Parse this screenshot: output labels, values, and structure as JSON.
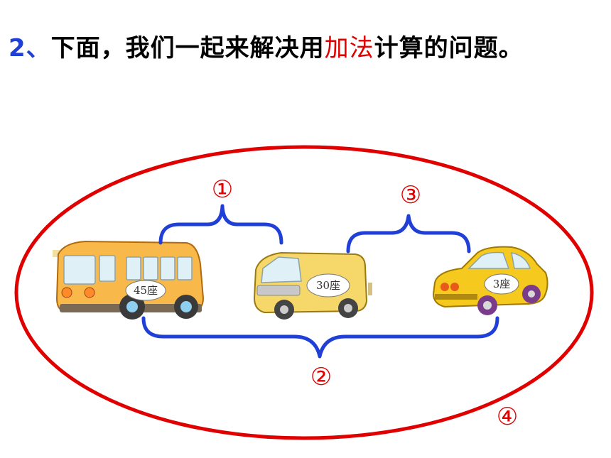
{
  "title": {
    "number": "2",
    "sep": "、",
    "before": "下面，我们一起来解决用",
    "highlight": "加法",
    "after": "计算的问题。"
  },
  "vehicles": {
    "bus": {
      "seat_label": "45座"
    },
    "van": {
      "seat_label": "30座"
    },
    "car": {
      "seat_label": "3座"
    }
  },
  "markers": {
    "m1": "①",
    "m2": "②",
    "m3": "③",
    "m4": "④"
  },
  "colors": {
    "title_number": "#1f3fd6",
    "title_highlight": "#e00000",
    "ellipse": "#e00000",
    "brace": "#1f3fd6"
  }
}
